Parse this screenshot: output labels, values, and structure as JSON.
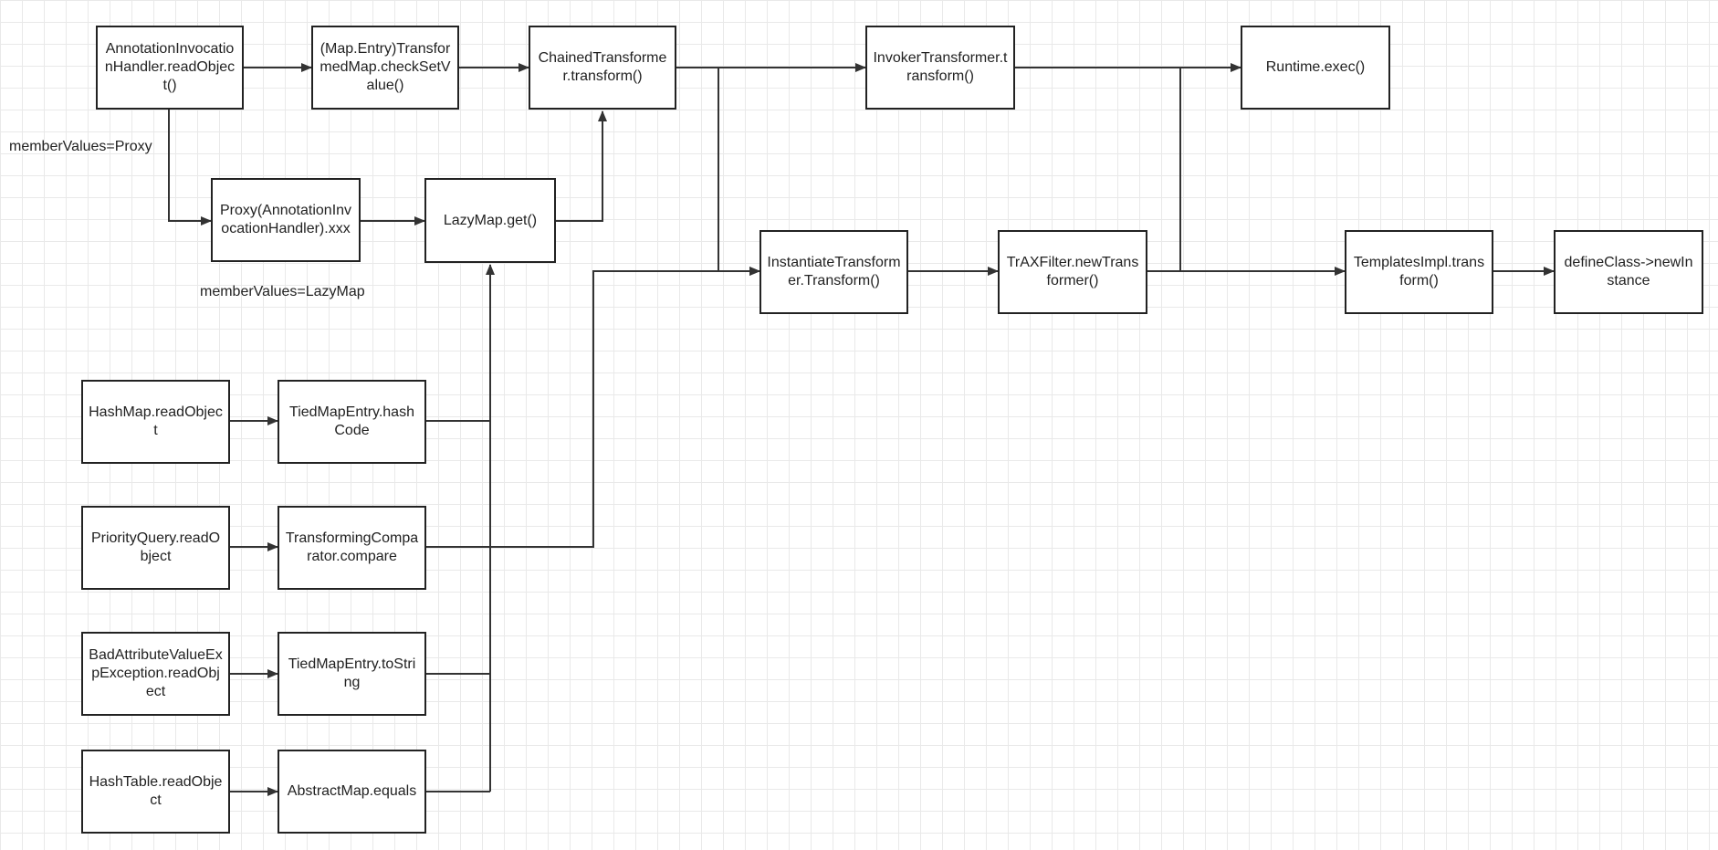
{
  "diagram": {
    "colors": {
      "line": "#333333",
      "node_border": "#222222",
      "grid": "#e9e9e9"
    },
    "nodes": {
      "annotation_readobject": "AnnotationInvocationHandler.readObject()",
      "transformedmap_checksetvalue": "(Map.Entry)TransformedMap.checkSetValue()",
      "chained_transform": "ChainedTransformer.transform()",
      "invoker_transform": "InvokerTransformer.transform()",
      "runtime_exec": "Runtime.exec()",
      "proxy_handler": "Proxy(AnnotationInvocationHandler).xxx",
      "lazymap_get": "LazyMap.get()",
      "instantiate_transform": "InstantiateTransformer.Transform()",
      "traxfilter_newtransformer": "TrAXFilter.newTransformer()",
      "templatesimpl_transform": "TemplatesImpl.transform()",
      "defineclass_newinstance": "defineClass->newInstance",
      "hashmap_readobject": "HashMap.readObject",
      "tiedmapentry_hashcode": "TiedMapEntry.hashCode",
      "priorityquery_readobject": "PriorityQuery.readObject",
      "transformingcomparator_compare": "TransformingComparator.compare",
      "badattribute_readobject": "BadAttributeValueExpException.readObject",
      "tiedmapentry_tostring": "TiedMapEntry.toString",
      "hashtable_readobject": "HashTable.readObject",
      "abstractmap_equals": "AbstractMap.equals"
    },
    "labels": {
      "member_values_proxy": "memberValues=Proxy",
      "member_values_lazymap": "memberValues=LazyMap"
    }
  }
}
